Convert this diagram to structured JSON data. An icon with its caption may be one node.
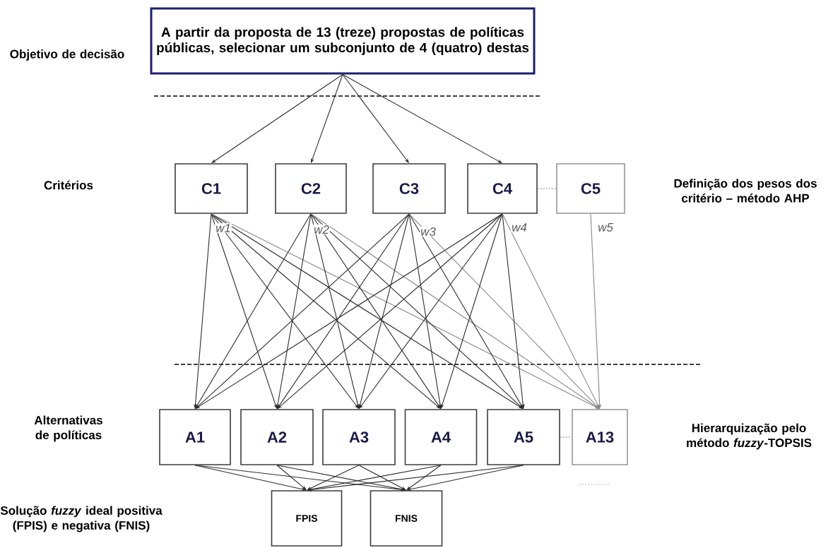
{
  "diagram": {
    "nodes": [
      {
        "text": [
          "A partir da proposta de 13 (treze) propostas de políticas públicas, selecionar um subconjunto de 4 (quatro) destas"
        ]
      },
      {
        "text": [
          "C1"
        ]
      },
      {
        "text": [
          "C2"
        ]
      },
      {
        "text": [
          "C3"
        ]
      },
      {
        "text": [
          "C4"
        ]
      },
      {
        "text": [
          "C5"
        ]
      },
      {
        "text": [
          "A1"
        ]
      },
      {
        "text": [
          "A2"
        ]
      },
      {
        "text": [
          "A3"
        ]
      },
      {
        "text": [
          "A4"
        ]
      },
      {
        "text": [
          "A5"
        ]
      },
      {
        "text": [
          "A13"
        ]
      },
      {
        "text": [
          "FPIS"
        ]
      },
      {
        "text": [
          "FNIS"
        ]
      }
    ],
    "edges": [
      {
        "from": 0,
        "to": 1,
        "arrow": "to"
      },
      {
        "from": 0,
        "to": 2,
        "arrow": "to"
      },
      {
        "from": 0,
        "to": 3,
        "arrow": "to"
      },
      {
        "from": 0,
        "to": 4,
        "arrow": "to"
      },
      {
        "from": 4,
        "to": 5,
        "arrow": "none",
        "style": "dashed",
        "color": "#888888"
      },
      {
        "from": 1,
        "to": 6,
        "arrow": "to"
      },
      {
        "from": 1,
        "to": 7,
        "arrow": "to"
      },
      {
        "from": 1,
        "to": 8,
        "arrow": "to"
      },
      {
        "from": 1,
        "to": 9,
        "arrow": "to"
      },
      {
        "from": 1,
        "to": 10,
        "arrow": "to"
      },
      {
        "from": 1,
        "to": 11,
        "arrow": "to",
        "color": "#888888"
      },
      {
        "from": 2,
        "to": 6,
        "arrow": "to"
      },
      {
        "from": 2,
        "to": 7,
        "arrow": "to"
      },
      {
        "from": 2,
        "to": 8,
        "arrow": "to"
      },
      {
        "from": 2,
        "to": 9,
        "arrow": "to"
      },
      {
        "from": 2,
        "to": 10,
        "arrow": "to"
      },
      {
        "from": 2,
        "to": 11,
        "arrow": "to",
        "color": "#888888"
      },
      {
        "from": 3,
        "to": 6,
        "arrow": "to"
      },
      {
        "from": 3,
        "to": 7,
        "arrow": "to"
      },
      {
        "from": 3,
        "to": 8,
        "arrow": "to"
      },
      {
        "from": 3,
        "to": 9,
        "arrow": "to"
      },
      {
        "from": 3,
        "to": 10,
        "arrow": "to"
      },
      {
        "from": 3,
        "to": 11,
        "arrow": "to",
        "color": "#888888"
      },
      {
        "from": 4,
        "to": 6,
        "arrow": "to"
      },
      {
        "from": 4,
        "to": 7,
        "arrow": "to"
      },
      {
        "from": 4,
        "to": 8,
        "arrow": "to"
      },
      {
        "from": 4,
        "to": 9,
        "arrow": "to"
      },
      {
        "from": 4,
        "to": 10,
        "arrow": "to"
      },
      {
        "from": 4,
        "to": 11,
        "arrow": "to",
        "color": "#888888"
      },
      {
        "from": 5,
        "to": 11,
        "arrow": "to",
        "color": "#888888"
      },
      {
        "from": 10,
        "to": 11,
        "arrow": "none",
        "style": "dashed",
        "color": "#888888"
      },
      {
        "from": 6,
        "to": 12,
        "arrow": "to"
      },
      {
        "from": 6,
        "to": 13,
        "arrow": "to"
      },
      {
        "from": 7,
        "to": 12,
        "arrow": "to"
      },
      {
        "from": 7,
        "to": 13,
        "arrow": "to"
      },
      {
        "from": 8,
        "to": 12,
        "arrow": "to"
      },
      {
        "from": 8,
        "to": 13,
        "arrow": "to"
      },
      {
        "from": 9,
        "to": 12,
        "arrow": "to"
      },
      {
        "from": 9,
        "to": 13,
        "arrow": "to"
      },
      {
        "from": 10,
        "to": 12,
        "arrow": "to"
      },
      {
        "from": 10,
        "to": 13,
        "arrow": "to"
      }
    ],
    "labels": [
      "Objetivo de decisão",
      "Critérios",
      "Definição dos pesos dos critério – método AHP",
      "w1",
      "w2",
      "w3",
      "w4",
      "w5",
      "Alternativas de políticas",
      "Hierarquização pelo método *fuzzy*-TOPSIS",
      "Solução *fuzzy* ideal positiva (FPIS) e negativa (FNIS)"
    ]
  }
}
